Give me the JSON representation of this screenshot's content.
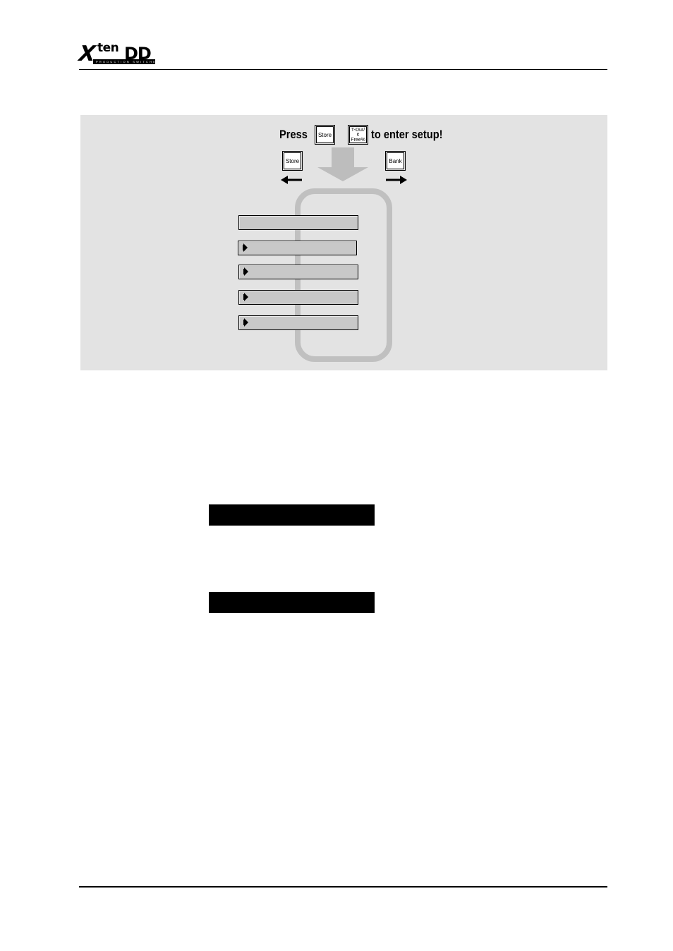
{
  "header": {
    "logo": {
      "x": "X",
      "ten": "ten",
      "dd": "DD",
      "strip": "PRODUCTION SWITCHERS"
    }
  },
  "diagram": {
    "press_label": "Press",
    "setup_label": "to enter setup!",
    "keys": {
      "store_top": "Store",
      "tdur_line1": "T-Dur/¢",
      "tdur_line2": "Free%",
      "store_left": "Store",
      "bank": "Bank"
    },
    "menu_rows": [
      {
        "has_marker": false
      },
      {
        "has_marker": true
      },
      {
        "has_marker": true
      },
      {
        "has_marker": true
      },
      {
        "has_marker": true
      }
    ],
    "colors": {
      "panel_bg": "#e3e3e3",
      "row_fill": "#c8c8c8",
      "loop": "#c0c0c0",
      "big_arrow": "#bdbdbd"
    }
  },
  "display_bars": [
    {
      "text": ""
    },
    {
      "text": ""
    }
  ]
}
